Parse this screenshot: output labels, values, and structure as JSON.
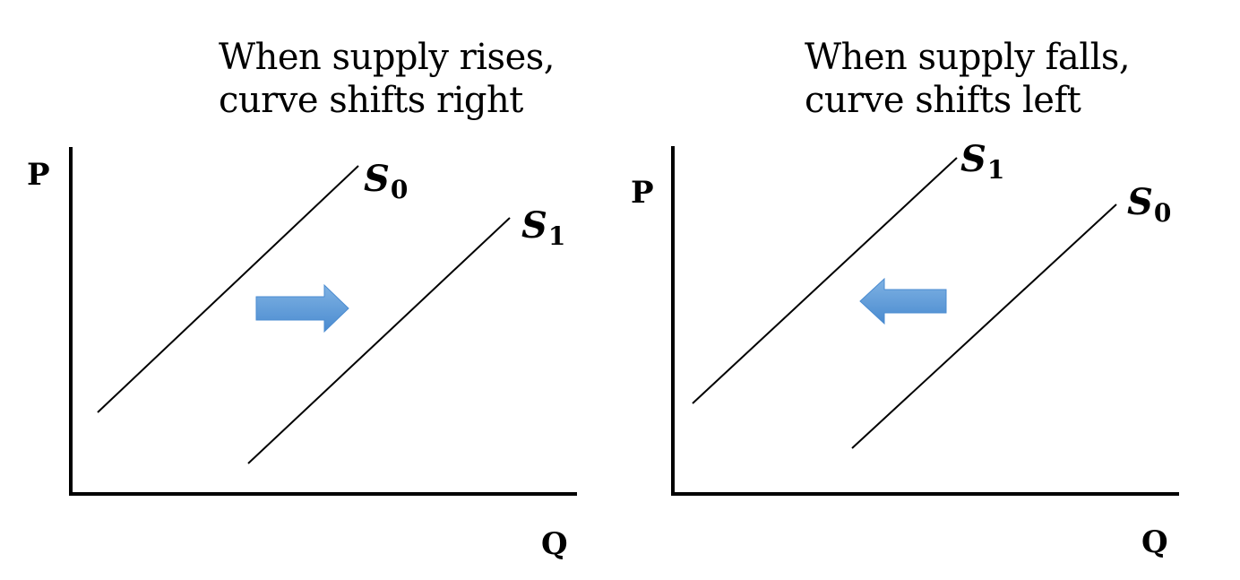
{
  "panels": [
    {
      "title_line1": "When supply rises,",
      "title_line2": "curve shifts right",
      "y_axis_label": "P",
      "x_axis_label": "Q",
      "curves": [
        {
          "symbol": "S",
          "subscript": "0"
        },
        {
          "symbol": "S",
          "subscript": "1"
        }
      ],
      "arrow_direction": "right"
    },
    {
      "title_line1": "When supply falls,",
      "title_line2": "curve shifts left",
      "y_axis_label": "P",
      "x_axis_label": "Q",
      "curves": [
        {
          "symbol": "S",
          "subscript": "1"
        },
        {
          "symbol": "S",
          "subscript": "0"
        }
      ],
      "arrow_direction": "left"
    }
  ],
  "colors": {
    "arrow_fill": "#5b9bd5",
    "line": "#000000"
  },
  "icons": [
    "arrow-right-icon",
    "arrow-left-icon"
  ]
}
